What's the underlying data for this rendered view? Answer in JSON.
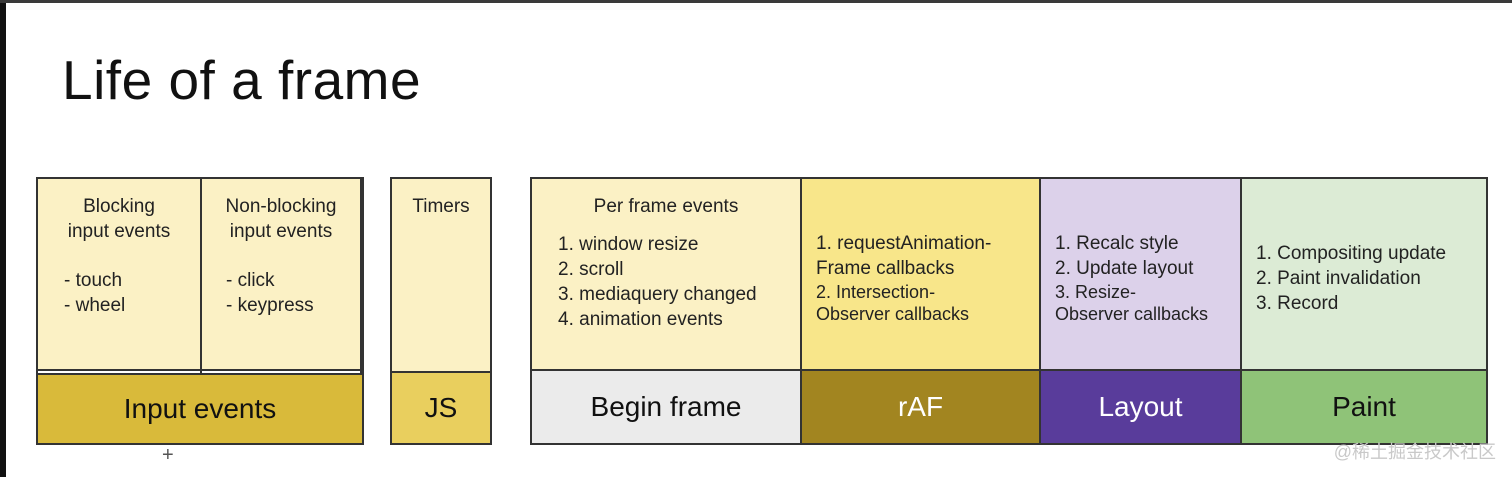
{
  "title": "Life of a frame",
  "input_group": {
    "blocking": {
      "heading": [
        "Blocking",
        "input events"
      ],
      "items": [
        "- touch",
        "- wheel"
      ]
    },
    "nonblocking": {
      "heading": [
        "Non-blocking",
        "input events"
      ],
      "items": [
        "- click",
        "- keypress"
      ]
    },
    "label": "Input events",
    "colors": {
      "top": "#fbf1c5",
      "label_bg": "#d9ba3a"
    }
  },
  "js_group": {
    "heading": "Timers",
    "label": "JS",
    "colors": {
      "top": "#fbf1c5",
      "label_bg": "#e9cf5e"
    }
  },
  "frame_group": {
    "begin": {
      "heading": "Per frame events",
      "items": [
        "1. window resize",
        "2. scroll",
        "3. mediaquery changed",
        "4. animation events"
      ],
      "label": "Begin frame",
      "colors": {
        "top": "#fbf1c5",
        "label_bg": "#ebebeb"
      }
    },
    "raf": {
      "items": [
        "1. requestAnimation-",
        "Frame callbacks",
        "2. Intersection-",
        "Observer callbacks"
      ],
      "label": "rAF",
      "colors": {
        "top": "#f8e68a",
        "label_bg": "#a28520",
        "label_text": "#ffffff"
      }
    },
    "layout": {
      "items": [
        "1. Recalc style",
        "2. Update layout",
        "3. Resize-",
        "Observer callbacks"
      ],
      "label": "Layout",
      "colors": {
        "top": "#dcd1ea",
        "label_bg": "#593c9b",
        "label_text": "#ffffff"
      }
    },
    "paint": {
      "items": [
        "1. Compositing update",
        "2. Paint invalidation",
        "3. Record"
      ],
      "label": "Paint",
      "colors": {
        "top": "#dcebd5",
        "label_bg": "#8fc378"
      }
    }
  },
  "plus_glyph": "+",
  "watermark": "@稀土掘金技术社区"
}
